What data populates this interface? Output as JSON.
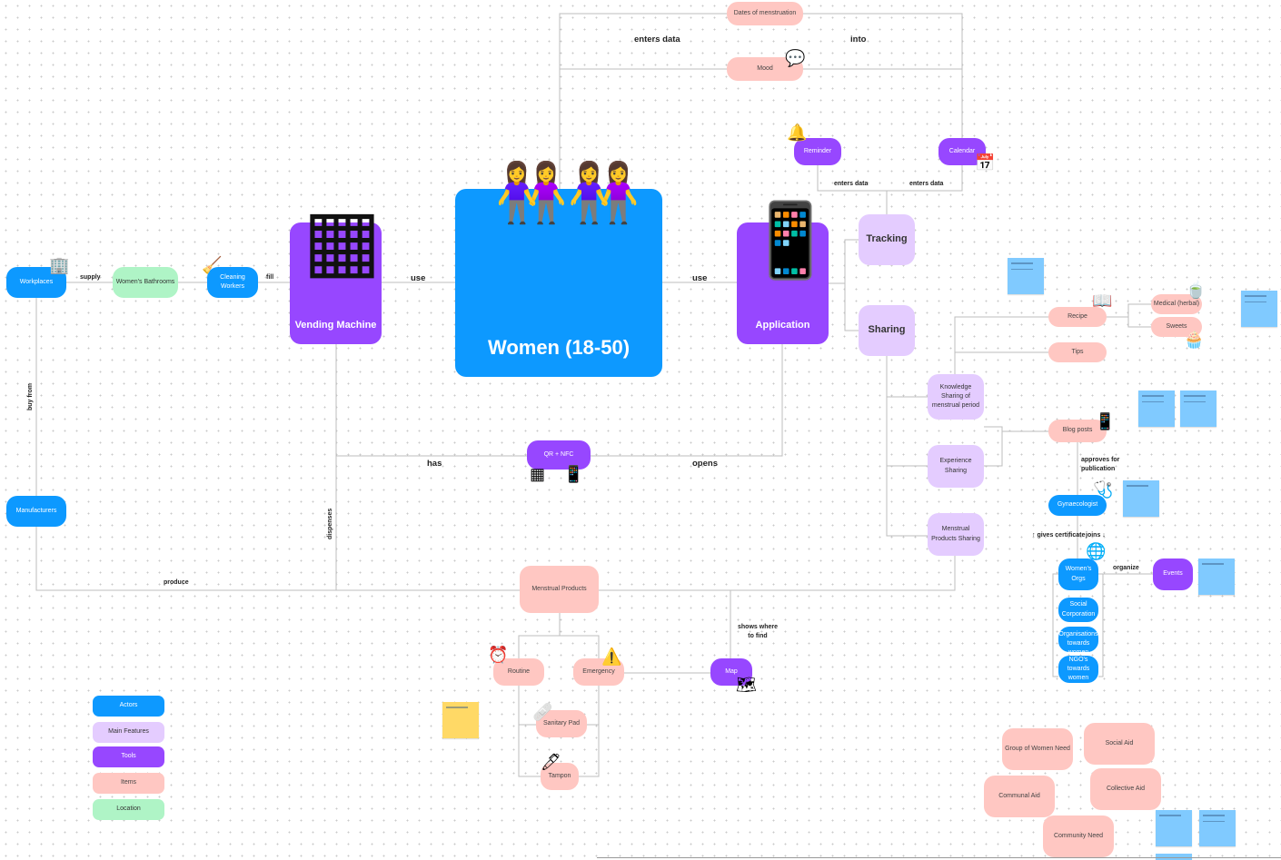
{
  "colors": {
    "actor": "#0d99ff",
    "feature": "#e4ccff",
    "tool": "#9747ff",
    "item": "#ffc7c2",
    "location": "#aff4c6",
    "wire": "#bdbdbd"
  },
  "nodes": {
    "dates": {
      "label": "Dates of menstruation",
      "kind": "item"
    },
    "mood": {
      "label": "Mood",
      "kind": "item"
    },
    "reminder": {
      "label": "Reminder",
      "kind": "tool"
    },
    "calendar": {
      "label": "Calendar",
      "kind": "tool"
    },
    "tracking": {
      "label": "Tracking",
      "kind": "feature"
    },
    "sharing": {
      "label": "Sharing",
      "kind": "feature"
    },
    "workplaces": {
      "label": "Workplaces",
      "kind": "actor"
    },
    "bathrooms": {
      "label": "Women's Bathrooms",
      "kind": "location"
    },
    "cleaning": {
      "label": "Cleaning Workers",
      "kind": "actor"
    },
    "vending": {
      "label": "Vending Machine",
      "kind": "tool"
    },
    "women": {
      "label": "Women (18-50)",
      "kind": "actor"
    },
    "application": {
      "label": "Application",
      "kind": "tool"
    },
    "recipe": {
      "label": "Recipe",
      "kind": "item"
    },
    "tips": {
      "label": "Tips",
      "kind": "item"
    },
    "medical": {
      "label": "Medical (herbal)",
      "kind": "item"
    },
    "sweets": {
      "label": "Sweets",
      "kind": "item"
    },
    "knowledge": {
      "label": "Knowledge Sharing of menstrual period",
      "kind": "feature"
    },
    "experience": {
      "label": "Experience Sharing",
      "kind": "feature"
    },
    "mpsharing": {
      "label": "Menstrual Products Sharing",
      "kind": "feature"
    },
    "blog": {
      "label": "Blog posts",
      "kind": "item"
    },
    "gyn": {
      "label": "Gynaecologist",
      "kind": "actor"
    },
    "orgs": {
      "label": "Women's Orgs",
      "kind": "actor"
    },
    "socialcorp": {
      "label": "Social Corporation",
      "kind": "actor"
    },
    "gov": {
      "label": "Governmental Organisations towards women",
      "kind": "actor"
    },
    "ngo": {
      "label": "NGO's towards women",
      "kind": "actor"
    },
    "events": {
      "label": "Events",
      "kind": "tool"
    },
    "qr": {
      "label": "QR + NFC",
      "kind": "tool"
    },
    "manufacturers": {
      "label": "Manufacturers",
      "kind": "actor"
    },
    "products": {
      "label": "Menstrual Products",
      "kind": "item"
    },
    "routine": {
      "label": "Routine",
      "kind": "item"
    },
    "emergency": {
      "label": "Emergency",
      "kind": "item"
    },
    "map": {
      "label": "Map",
      "kind": "tool"
    },
    "pad": {
      "label": "Sanitary Pad",
      "kind": "item"
    },
    "tampon": {
      "label": "Tampon",
      "kind": "item"
    },
    "groupneed": {
      "label": "Group of Women Need",
      "kind": "item"
    },
    "socialaid": {
      "label": "Social Aid",
      "kind": "item"
    },
    "communal": {
      "label": "Communal Aid",
      "kind": "item"
    },
    "collective": {
      "label": "Collective Aid",
      "kind": "item"
    },
    "community": {
      "label": "Community Need",
      "kind": "item"
    }
  },
  "legend": [
    {
      "label": "Actors",
      "kind": "actor"
    },
    {
      "label": "Main Features",
      "kind": "feature"
    },
    {
      "label": "Tools",
      "kind": "tool"
    },
    {
      "label": "Items",
      "kind": "item"
    },
    {
      "label": "Location",
      "kind": "location"
    }
  ],
  "edge_labels": {
    "enters_data_top": "enters data",
    "into": "into",
    "enters_data_reminder": "enters data",
    "enters_data_calendar": "enters data",
    "use_left": "use",
    "use_right": "use",
    "has": "has",
    "opens": "opens",
    "supply": "supply",
    "fill": "fill",
    "buy_from": "buy from",
    "dispenses": "dispenses",
    "produce": "produce",
    "shows_where": "shows where to find",
    "approves": "approves for publication",
    "gives_certificate": "↑ gives certificate",
    "joins": "joins ↓",
    "organize": "organize"
  }
}
